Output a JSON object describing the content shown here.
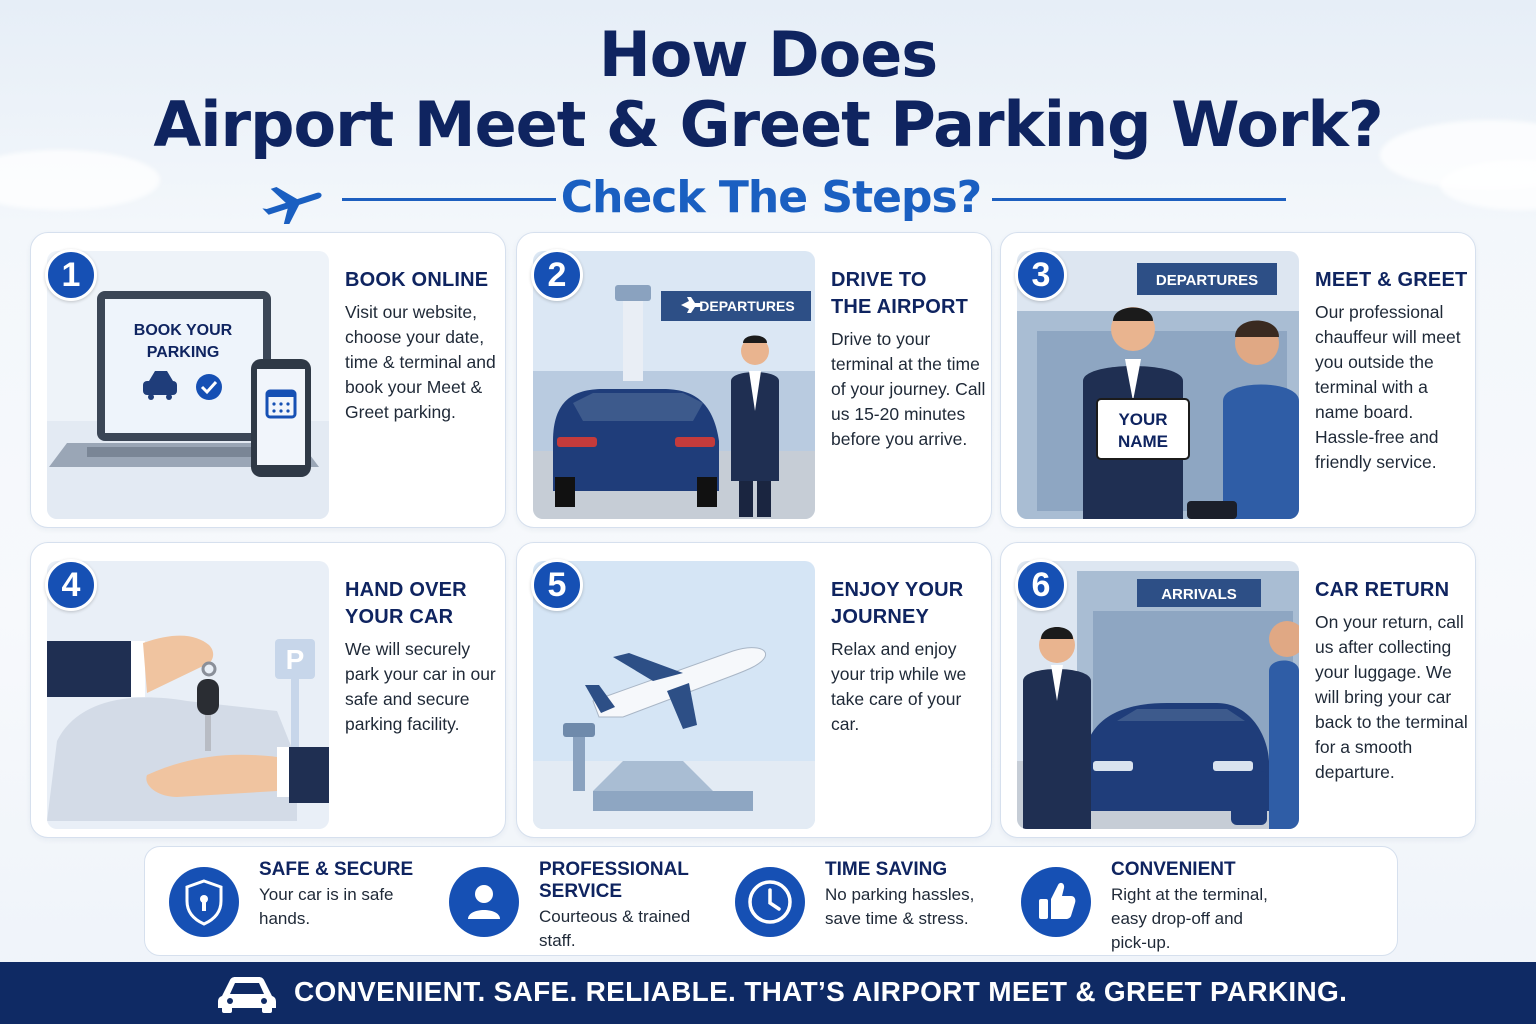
{
  "header": {
    "title_line1": "How Does",
    "title_line2": "Airport Meet & Greet Parking Work?",
    "subtitle": "Check The Steps?"
  },
  "colors": {
    "navy": "#0f2460",
    "accent_blue": "#1650b4",
    "subtitle_blue": "#1a5fc1",
    "footer_bg": "#0f2a64"
  },
  "steps": [
    {
      "number": "1",
      "heading_line1": "BOOK ONLINE",
      "heading_line2": "",
      "body": "Visit our website, choose your date, time & terminal and book your Meet & Greet parking.",
      "illustration": {
        "screen_line1": "BOOK YOUR",
        "screen_line2": "PARKING",
        "icons": [
          "laptop-icon",
          "car-icon",
          "check-icon",
          "phone-calendar-icon"
        ]
      }
    },
    {
      "number": "2",
      "heading_line1": "DRIVE TO",
      "heading_line2": "THE AIRPORT",
      "body": "Drive to your terminal at the time of your journey. Call us 15-20 minutes before you arrive.",
      "illustration": {
        "sign": "DEPARTURES"
      }
    },
    {
      "number": "3",
      "heading_line1": "MEET & GREET",
      "heading_line2": "",
      "body": "Our professional chauffeur will meet you outside the terminal with a name board. Hassle-free and friendly service.",
      "illustration": {
        "sign": "DEPARTURES",
        "board_line1": "YOUR",
        "board_line2": "NAME"
      }
    },
    {
      "number": "4",
      "heading_line1": "HAND OVER",
      "heading_line2": "YOUR CAR",
      "body": "We will securely park your car in our safe and secure parking facility.",
      "illustration": {
        "parking_sign": "P"
      }
    },
    {
      "number": "5",
      "heading_line1": "ENJOY YOUR",
      "heading_line2": "JOURNEY",
      "body": "Relax and enjoy your trip while we take care of your car.",
      "illustration": {}
    },
    {
      "number": "6",
      "heading_line1": "CAR RETURN",
      "heading_line2": "",
      "body": "On your return, call us after collecting your luggage. We will bring your car back to the terminal for a smooth departure.",
      "illustration": {
        "sign": "ARRIVALS"
      }
    }
  ],
  "features": [
    {
      "icon": "shield-icon",
      "heading_line1": "SAFE & SECURE",
      "heading_line2": "",
      "body": "Your car is in safe hands."
    },
    {
      "icon": "person-icon",
      "heading_line1": "PROFESSIONAL",
      "heading_line2": "SERVICE",
      "body": "Courteous & trained staff."
    },
    {
      "icon": "clock-icon",
      "heading_line1": "TIME SAVING",
      "heading_line2": "",
      "body": "No parking hassles, save time & stress."
    },
    {
      "icon": "thumbs-up-icon",
      "heading_line1": "CONVENIENT",
      "heading_line2": "",
      "body": "Right at the terminal, easy drop-off and pick-up."
    }
  ],
  "footer": {
    "icon": "car-icon",
    "text": "CONVENIENT. SAFE. RELIABLE. THAT’S AIRPORT MEET & GREET PARKING."
  }
}
